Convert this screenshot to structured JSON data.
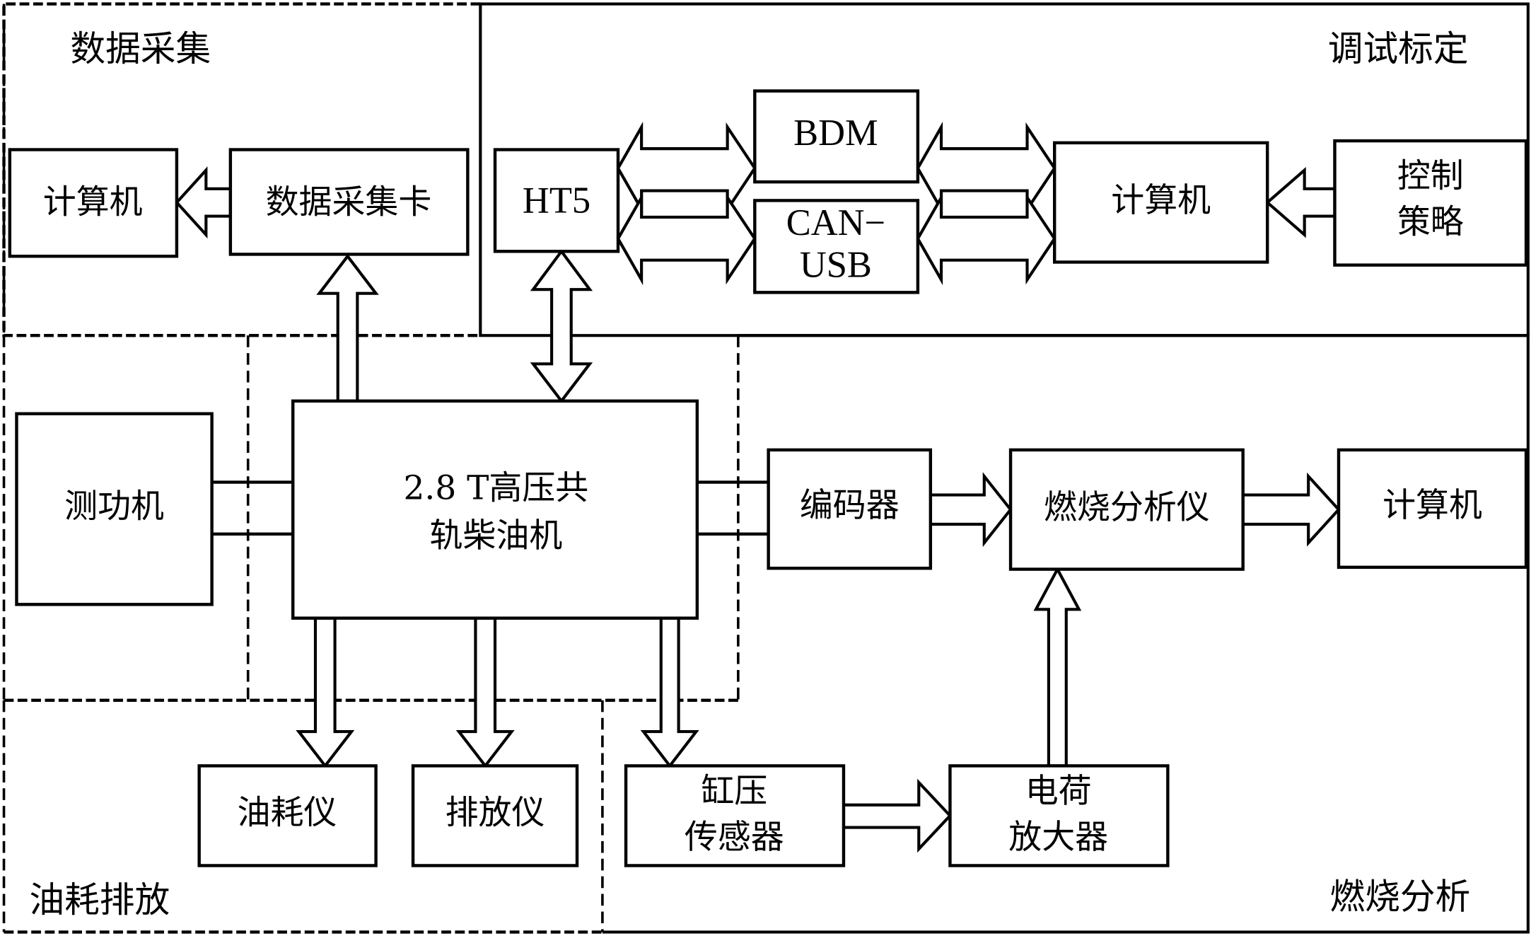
{
  "regions": {
    "data_acquisition": "数据采集",
    "debug_calibration": "调试标定",
    "fuel_emission": "油耗排放",
    "combustion_analysis": "燃烧分析"
  },
  "blocks": {
    "daq_computer": [
      "计算机"
    ],
    "daq_card": [
      "数据采集卡"
    ],
    "ht5": [
      "HT5"
    ],
    "bdm": [
      "BDM"
    ],
    "can_usb": [
      "CAN−",
      "USB"
    ],
    "calib_computer": [
      "计算机"
    ],
    "control_strategy": [
      "控制",
      "策略"
    ],
    "dynamometer": [
      "测功机"
    ],
    "engine": [
      "2.8 T高压共",
      "轨柴油机"
    ],
    "encoder": [
      "编码器"
    ],
    "combustion_analyzer": [
      "燃烧分析仪"
    ],
    "combustion_computer": [
      "计算机"
    ],
    "fuel_meter": [
      "油耗仪"
    ],
    "emission_analyzer": [
      "排放仪"
    ],
    "cylinder_pressure_sensor": [
      "缸压",
      "传感器"
    ],
    "charge_amplifier": [
      "电荷",
      "放大器"
    ]
  },
  "connections": [
    {
      "from": "daq_card",
      "to": "daq_computer",
      "type": "arrow"
    },
    {
      "from": "engine",
      "to": "daq_card",
      "type": "arrow"
    },
    {
      "from": "ht5",
      "to": "bdm",
      "type": "bidirectional"
    },
    {
      "from": "ht5",
      "to": "can_usb",
      "type": "bidirectional"
    },
    {
      "from": "bdm",
      "to": "calib_computer",
      "type": "bidirectional"
    },
    {
      "from": "can_usb",
      "to": "calib_computer",
      "type": "bidirectional"
    },
    {
      "from": "control_strategy",
      "to": "calib_computer",
      "type": "arrow"
    },
    {
      "from": "ht5",
      "to": "engine",
      "type": "bidirectional"
    },
    {
      "from": "dynamometer",
      "to": "engine",
      "type": "shaft"
    },
    {
      "from": "engine",
      "to": "encoder",
      "type": "shaft"
    },
    {
      "from": "encoder",
      "to": "combustion_analyzer",
      "type": "arrow"
    },
    {
      "from": "combustion_analyzer",
      "to": "combustion_computer",
      "type": "arrow"
    },
    {
      "from": "engine",
      "to": "fuel_meter",
      "type": "arrow"
    },
    {
      "from": "engine",
      "to": "emission_analyzer",
      "type": "arrow"
    },
    {
      "from": "engine",
      "to": "cylinder_pressure_sensor",
      "type": "arrow"
    },
    {
      "from": "cylinder_pressure_sensor",
      "to": "charge_amplifier",
      "type": "arrow"
    },
    {
      "from": "charge_amplifier",
      "to": "combustion_analyzer",
      "type": "arrow"
    }
  ]
}
